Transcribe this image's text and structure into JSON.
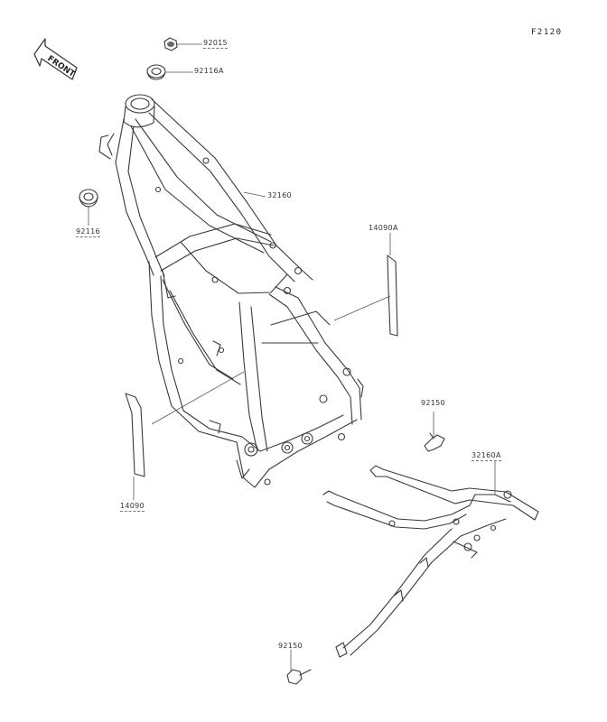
{
  "figure_code": "F2120",
  "front_arrow": {
    "text": "FRONT"
  },
  "parts": [
    {
      "key": "nut",
      "number": "92015"
    },
    {
      "key": "bushing-top",
      "number": "92116A"
    },
    {
      "key": "frame",
      "number": "32160"
    },
    {
      "key": "bushing-side",
      "number": "92116"
    },
    {
      "key": "guard-right",
      "number": "14090A"
    },
    {
      "key": "guard-left",
      "number": "14090"
    },
    {
      "key": "bolt-upper",
      "number": "92150"
    },
    {
      "key": "subframe",
      "number": "32160A"
    },
    {
      "key": "bolt-lower",
      "number": "92150"
    }
  ],
  "colors": {
    "line": "#3a3a3a",
    "leader": "#555555",
    "background": "#ffffff"
  }
}
